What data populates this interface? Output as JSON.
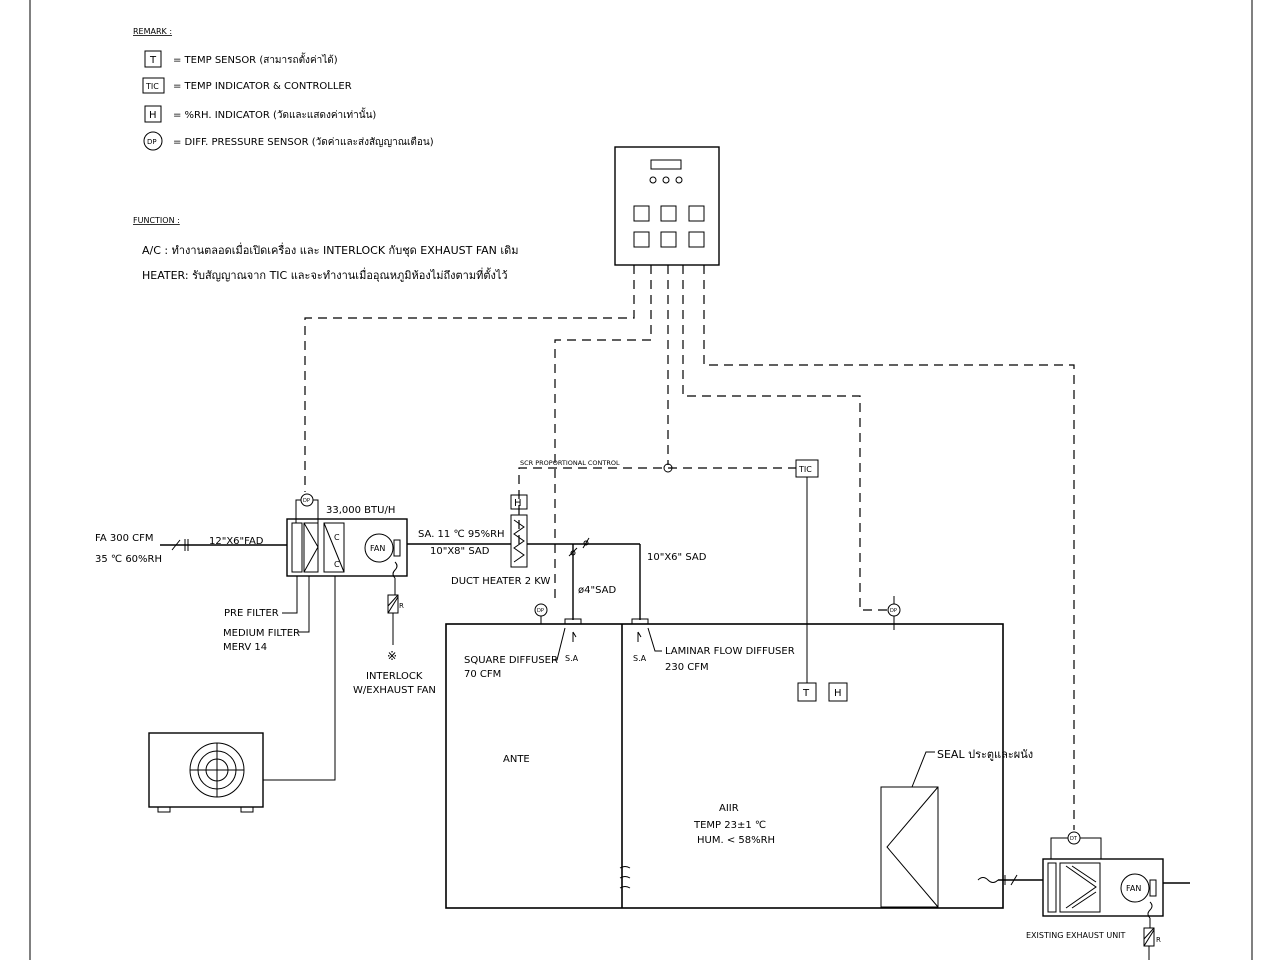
{
  "remark": {
    "title": "REMARK :",
    "items": [
      {
        "symbol": "T",
        "text": "= TEMP SENSOR (สามารถตั้งค่าได้)"
      },
      {
        "symbol": "TIC",
        "text": "= TEMP INDICATOR & CONTROLLER"
      },
      {
        "symbol": "H",
        "text": "= %RH. INDICATOR (วัดและแสดงค่าเท่านั้น)"
      },
      {
        "symbol": "DP",
        "text": "= DIFF. PRESSURE SENSOR (วัดค่าและส่งสัญญาณเตือน)"
      }
    ]
  },
  "function": {
    "title": "FUNCTION :",
    "ac": "A/C :  ทำงานตลอดเมื่อเปิดเครื่อง และ INTERLOCK กับชุด EXHAUST FAN เดิม",
    "heater": "HEATER: รับสัญญาณจาก TIC และจะทำงานเมื่ออุณหภูมิห้องไม่ถึงตามที่ตั้งไว้"
  },
  "ahu": {
    "capacity": "33,000 BTU/H",
    "fan": "FAN",
    "coil": "C",
    "dp": "DP",
    "r": "R"
  },
  "fresh_air": {
    "line1": "FA 300 CFM",
    "line2": "35 ℃ 60%RH",
    "duct": "12\"X6\"FAD"
  },
  "supply": {
    "sa": "SA. 11 ℃ 95%RH",
    "duct": "10\"X8\" SAD",
    "duct2": "10\"X6\" SAD",
    "duct3": "ø4\"SAD"
  },
  "labels": {
    "pre_filter": "PRE FILTER",
    "medium_filter": "MEDIUM FILTER",
    "merv": "MERV 14",
    "interlock_symbol": "※",
    "interlock1": "INTERLOCK",
    "interlock2": "W/EXHAUST FAN",
    "duct_heater": "DUCT HEATER 2 KW",
    "scr": "SCR PROPORTIONAL CONTROL",
    "tic": "TIC",
    "h": "H",
    "t": "T",
    "square1": "SQUARE DIFFUSER",
    "square2": "70 CFM",
    "laminar1": "LAMINAR FLOW DIFFUSER",
    "laminar2": "230 CFM",
    "sa_a": "S.A",
    "sa_b": "S.A",
    "ante": "ANTE",
    "aiir": "AIIR",
    "temp": "TEMP 23±1 ℃",
    "hum": "HUM. < 58%RH",
    "seal": "SEAL ประตูและผนัง",
    "exhaust": "EXISTING EXHAUST UNIT",
    "exhaust_fan": "FAN",
    "dt": "DT",
    "dp": "DP",
    "r": "R"
  }
}
